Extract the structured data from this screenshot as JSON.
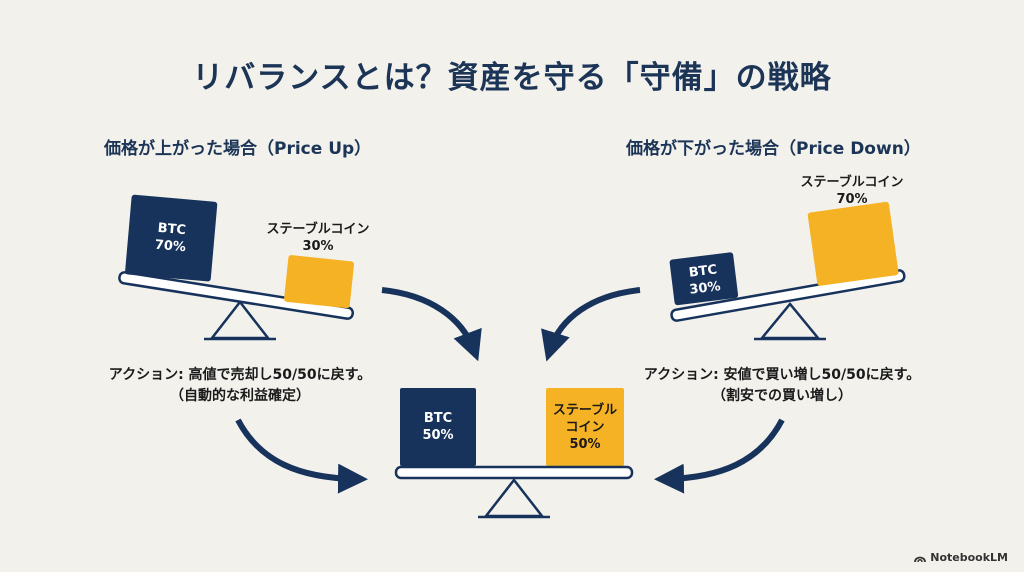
{
  "title": "リバランスとは？資産を守る「守備」の戦略",
  "price_up": {
    "heading": "価格が上がった場合（Price Up）",
    "btc": {
      "name": "BTC",
      "pct": "70%"
    },
    "stable": {
      "name": "ステーブルコイン",
      "pct": "30%"
    },
    "action_line1": "アクション: 高値で売却し50/50に戻す。",
    "action_line2": "（自動的な利益確定）"
  },
  "price_down": {
    "heading": "価格が下がった場合（Price Down）",
    "btc": {
      "name": "BTC",
      "pct": "30%"
    },
    "stable": {
      "name": "ステーブルコイン",
      "pct": "70%"
    },
    "action_line1": "アクション: 安値で買い増し50/50に戻す。",
    "action_line2": "（割安での買い増し）"
  },
  "balanced": {
    "btc": {
      "name": "BTC",
      "pct": "50%"
    },
    "stable": {
      "line1": "ステーブル",
      "line2": "コイン",
      "pct": "50%"
    }
  },
  "brand": {
    "icon": "notebooklm-logo-icon",
    "label": "NotebookLM"
  },
  "colors": {
    "navy": "#17335c",
    "gold": "#f5b225",
    "background": "#f2f1ec"
  }
}
